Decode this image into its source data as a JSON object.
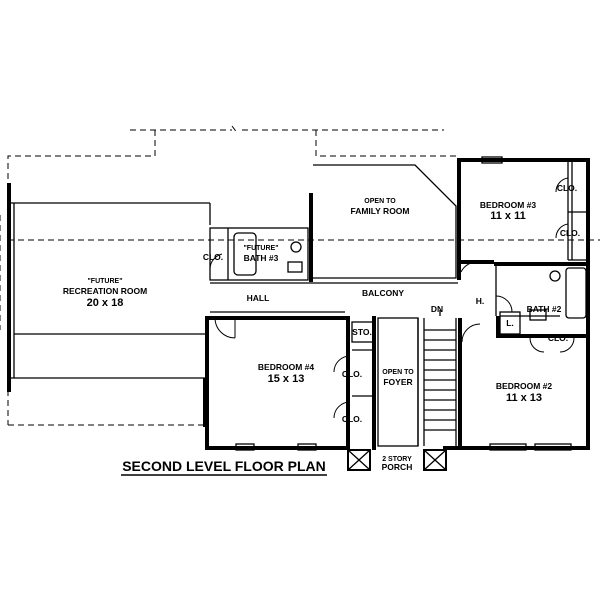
{
  "title": "SECOND LEVEL FLOOR PLAN",
  "rooms": {
    "recreation": {
      "note": "\"FUTURE\"",
      "name": "RECREATION ROOM",
      "size": "20 x 18"
    },
    "bath3": {
      "note": "\"FUTURE\"",
      "name": "BATH #3"
    },
    "family": {
      "line1": "OPEN TO",
      "line2": "FAMILY ROOM"
    },
    "bedroom3": {
      "name": "BEDROOM #3",
      "size": "11 x 11"
    },
    "bedroom4": {
      "name": "BEDROOM #4",
      "size": "15 x 13"
    },
    "bedroom2": {
      "name": "BEDROOM #2",
      "size": "11 x 13"
    },
    "foyer": {
      "line1": "OPEN TO",
      "line2": "FOYER"
    },
    "bath2": {
      "name": "BATH #2"
    },
    "porch": {
      "line1": "2 STORY",
      "line2": "PORCH"
    }
  },
  "labels": {
    "hall": "HALL",
    "balcony": "BALCONY",
    "h": "H.",
    "dn": "DN",
    "l": "L.",
    "sto": "STO.",
    "clo": "CLO."
  }
}
